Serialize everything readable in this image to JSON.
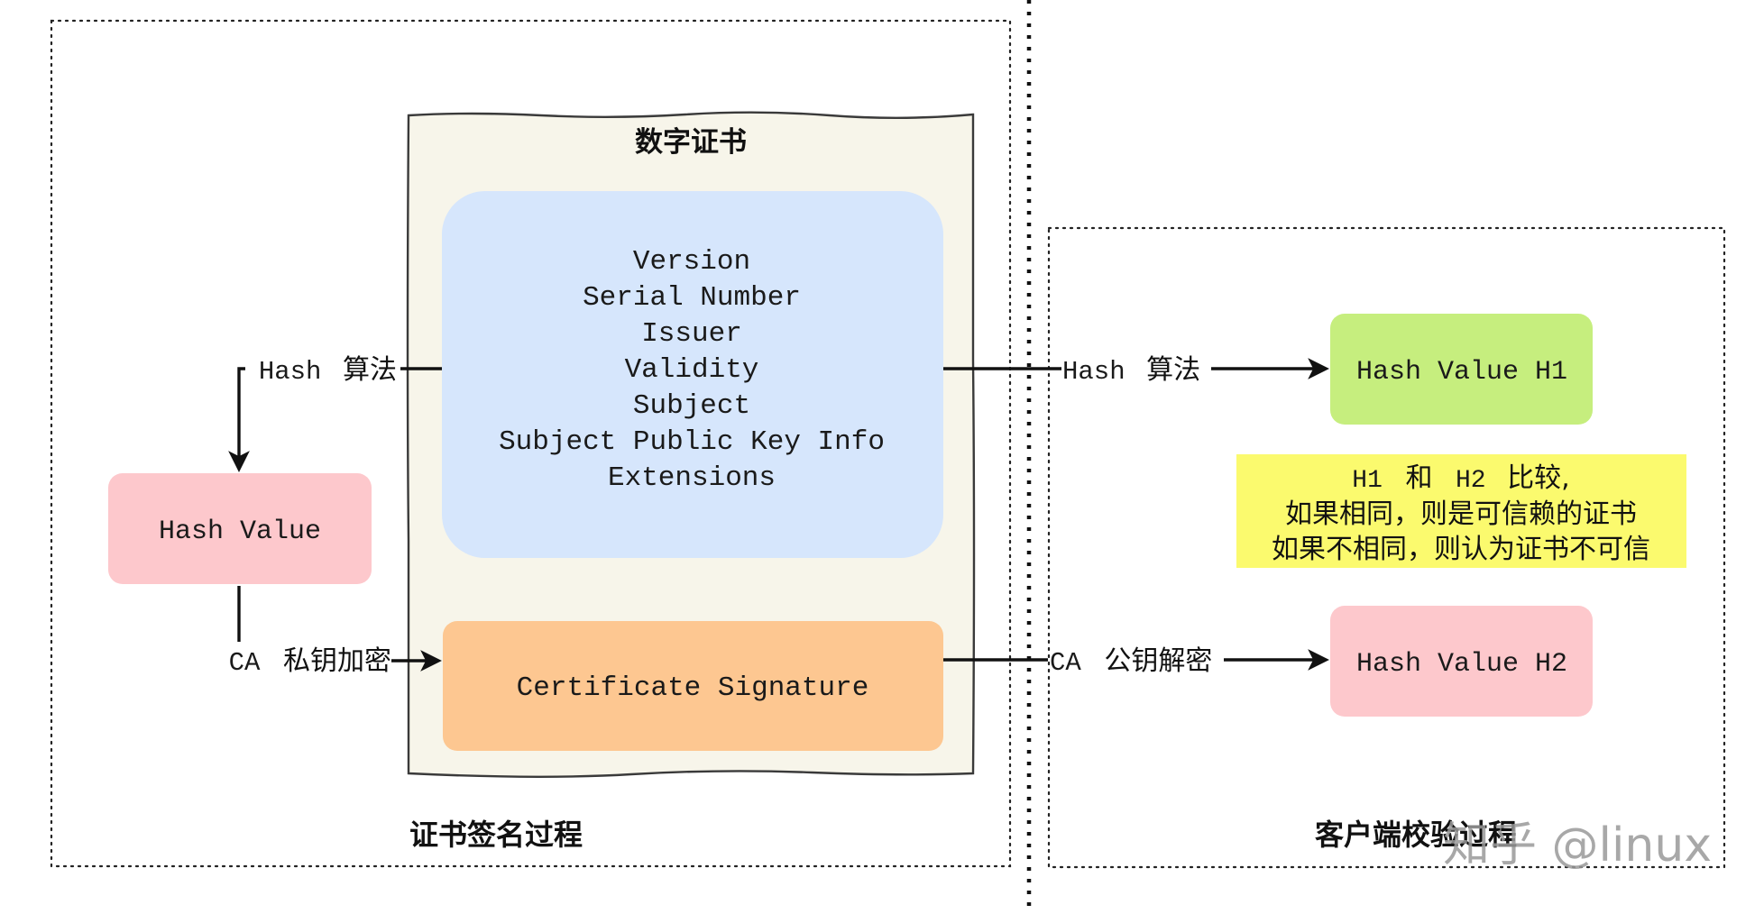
{
  "diagram": {
    "colors": {
      "certificate_bg": "#f7f5ea",
      "fields_box": "#d6e6fc",
      "signature_box": "#fdc791",
      "hash_value_box": "#fdc8cc",
      "hash_h1_box": "#c6ee7e",
      "hash_h2_box": "#fdc8cc",
      "note_box": "#fbfa6e"
    },
    "signing_section": {
      "title": "证书签名过程",
      "hash_value_label": "Hash Value",
      "hash_edge": {
        "prefix": "Hash",
        "label": "算法"
      },
      "encrypt_edge": {
        "prefix": "CA",
        "label": "私钥加密"
      }
    },
    "certificate": {
      "title": "数字证书",
      "fields": [
        "Version",
        "Serial Number",
        "Issuer",
        "Validity",
        "Subject",
        "Subject Public Key Info",
        "Extensions"
      ],
      "signature_label": "Certificate Signature"
    },
    "verify_section": {
      "title": "客户端校验过程",
      "hash_edge": {
        "prefix": "Hash",
        "label": "算法"
      },
      "decrypt_edge": {
        "prefix": "CA",
        "label": "公钥解密"
      },
      "h1_label": "Hash Value H1",
      "h2_label": "Hash Value H2",
      "note": {
        "line1_parts": [
          "H1",
          "和",
          "H2",
          "比较,"
        ],
        "line2": "如果相同，则是可信赖的证书",
        "line3": "如果不相同，则认为证书不可信"
      }
    },
    "watermark": "知乎 @linux"
  }
}
